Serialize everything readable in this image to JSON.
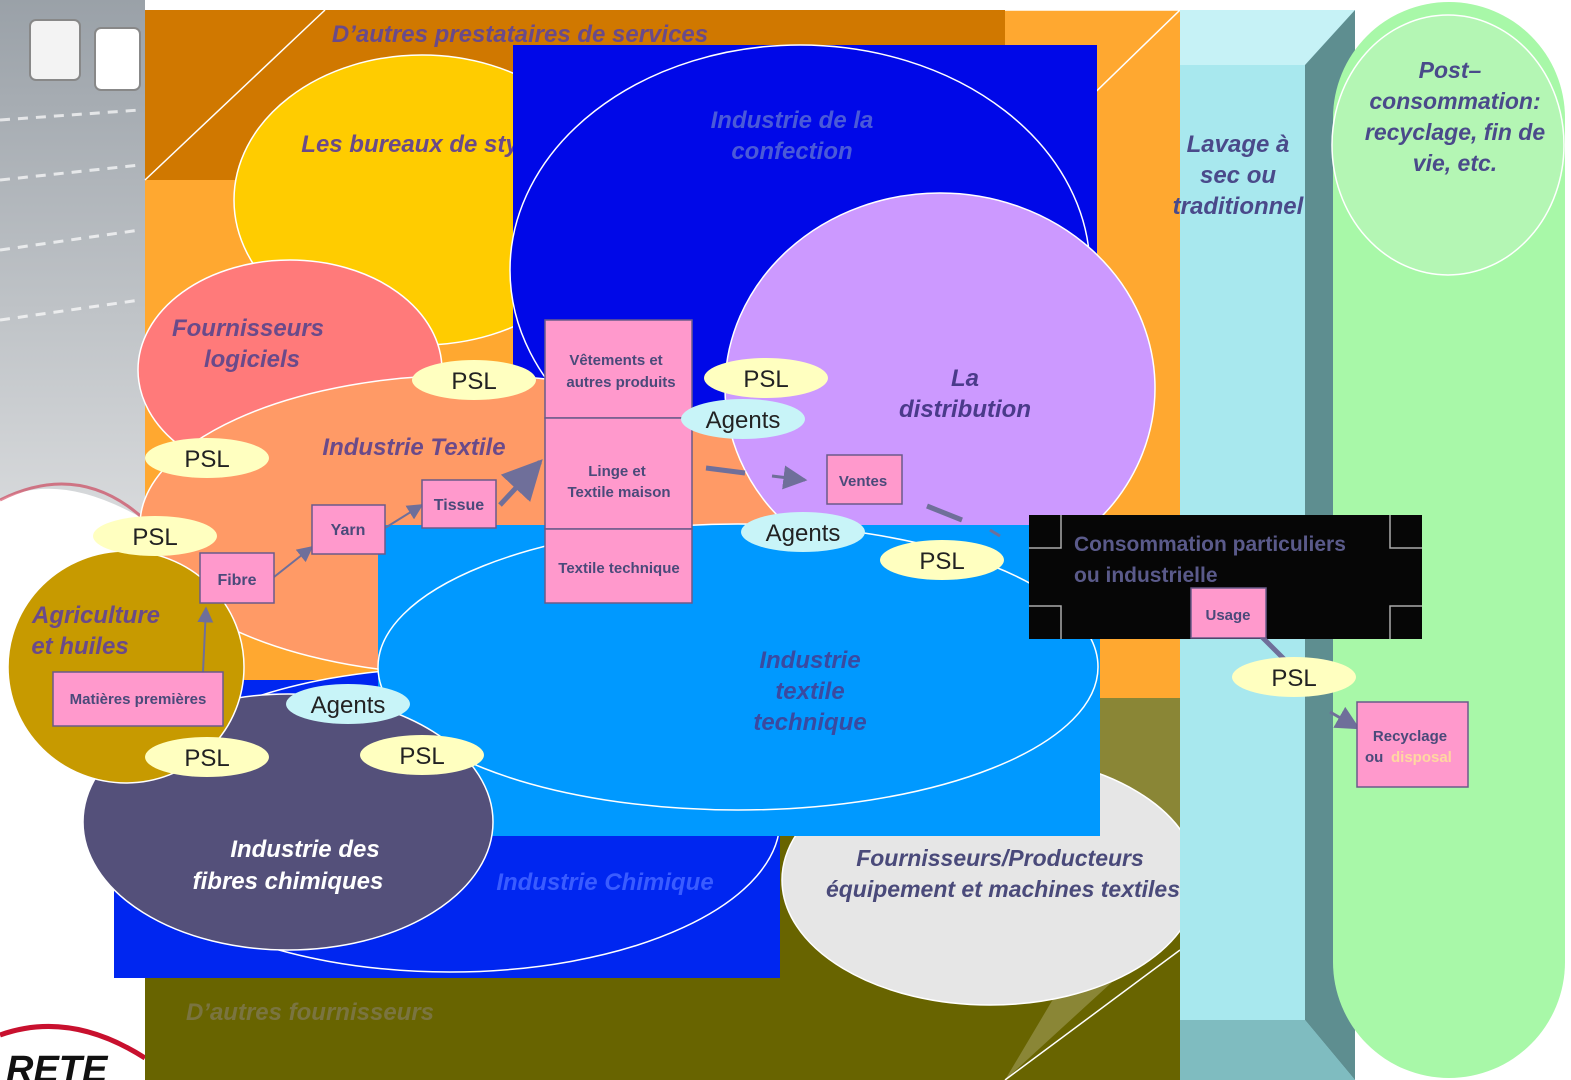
{
  "colors": {
    "outer_frame": "#FFA830",
    "other_services": "#D07800",
    "other_suppliers": "#686400",
    "chemical_industry": "#0026F0",
    "style_bureaus": "#FFCC00",
    "software_suppliers": "#FF7A7A",
    "textile_industry": "#FF9A66",
    "apparel_industry": "#0008E8",
    "distribution": "#CC99FF",
    "technical_textile": "#0099FF",
    "agriculture": "#C79A00",
    "chemical_fibres": "#54507A",
    "equipment_suppliers": "#E6E6E6",
    "washing": "#A8E8EE",
    "post_consumption": "#A8F8A8",
    "product_box": "#FF99CC",
    "psl_oval": "#FFFFC0",
    "agents_oval": "#C8F4F8",
    "consumption_box": "#060606"
  },
  "areas": {
    "other_services": "D’autres prestataires de services",
    "style_bureaus": "Les bureaux de style",
    "apparel_industry": [
      "Industrie de la",
      "confection"
    ],
    "software_suppliers": [
      "Fournisseurs",
      "logiciels"
    ],
    "distribution": [
      "La",
      "distribution"
    ],
    "textile_industry": "Industrie Textile",
    "agriculture": [
      "Agriculture",
      "et huiles"
    ],
    "technical_textile": [
      "Industrie",
      "textile",
      "technique"
    ],
    "chemical_fibres": [
      "Industrie des",
      "fibres chimiques"
    ],
    "chemical_industry": "Industrie Chimique",
    "equipment_suppliers": [
      "Fournisseurs/Producteurs",
      "équipement et machines textiles"
    ],
    "other_suppliers": "D’autres fournisseurs",
    "washing": [
      "Lavage à",
      "sec ou",
      "traditionnel"
    ],
    "post_consumption": [
      "Post–",
      "consommation:",
      "recyclage, fin de",
      "vie, etc."
    ]
  },
  "boxes": {
    "raw_materials": "Matières premières",
    "fibre": "Fibre",
    "yarn": "Yarn",
    "fabric": "Tissue",
    "garments": [
      "Vêtements  et",
      "autres produits"
    ],
    "home_textile": [
      "Linge et",
      "Textile maison"
    ],
    "technical": "Textile technique",
    "sales": "Ventes",
    "usage": "Usage",
    "recycling": [
      "Recyclage",
      "ou",
      "disposal"
    ]
  },
  "consumption": [
    "Consommation particuliers",
    "ou industrielle"
  ],
  "psl_label": "PSL",
  "agents_label": "Agents",
  "logo_fragment": "RETE"
}
